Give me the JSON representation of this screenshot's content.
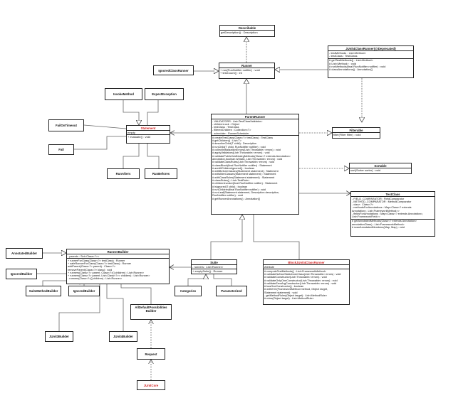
{
  "colors": {
    "line": "#666666",
    "border": "#222222",
    "highlight": "#d21f1f"
  },
  "classes": {
    "describable": {
      "name": "Describable",
      "members": [
        "getDescription() : Description"
      ]
    },
    "runner": {
      "name": "Runner",
      "members": [
        "+ run(RunNotifier notifier) : void",
        "+ testCount() : int"
      ]
    },
    "ignored_class_runner": {
      "name": "IgnoredClassRunner"
    },
    "junit4_class_runner": {
      "name": "JUnit4ClassRunner{@Deprecated}",
      "fields": [
        "- testMethods : List<Method>",
        "- testClass : TestClass"
      ],
      "methods": [
        "# getTestMethods() : List<Method>",
        "# List<Method> : void",
        "# runMethods(final RunNotifier notifier) : void",
        "# classAnnotations() : Annotation[]"
      ]
    },
    "invoke_method": {
      "name": "InvokeMethod"
    },
    "expect_exception": {
      "name": "ExpectException"
    },
    "fail_on_timeout": {
      "name": "FailOnTimeout"
    },
    "fail": {
      "name": "Fail"
    },
    "statement": {
      "name": "Statement",
      "fields": [
        "empty"
      ],
      "methods": [
        "+ evaluate() : void"
      ]
    },
    "run_afters": {
      "name": "RunAfters"
    },
    "run_befores": {
      "name": "RunBefores"
    },
    "parent_runner": {
      "name": "ParentRunner",
      "fields": [
        "- VALIDATORS : List<TestClassValidator>",
        "- childrenLock : Object",
        "- testClass : TestClass",
        "- filteredChildren : Collection<T>",
        "- scheduler : RunnerScheduler"
      ],
      "methods": [
        "# createTestClass(Class<?> testClass) : TestClass",
        "# getChildren() : List<T>",
        "# describeChild(T child) : Description",
        "# runChild(T child, RunNotifier notifier) : void",
        "# collectInitializationErrors(List<Throwable> errors) : void",
        "# applyValidators(List<Throwable> errors) : void",
        "# validatePublicVoidNoArgMethods(Class<? extends Annotation>",
        "annotation,boolean isStatic, List<Throwable> errors) : void",
        "# validateClassRules(List<Throwable> errors) : void",
        "# classBlock(final RunNotifier notifier) : Statement",
        "# areAllChildrenIgnored() : boolean",
        "# withBeforeClasses(Statement statement) : Statement",
        "# withAfterClasses(Statement statement) : Statement",
        "# withClassRules(Statement statement) : Statement",
        "# classRules() : List<TestRule>",
        "# childrenInvoker(final RunNotifier notifier) : Statement",
        "# isIgnored(T child) : boolean",
        "# runChildren(final RunNotifier notifier) : void",
        "# runLeaf(Statement statement, Description description,",
        "RunNotifier notifier) : void",
        "# getRunnerAnnotations() : Annotation[]"
      ]
    },
    "filterable": {
      "name": "Filterable",
      "members": [
        "filter(Filter filter) : void"
      ]
    },
    "sortable": {
      "name": "Sortable",
      "members": [
        "sort(Sorter sorter) : void"
      ]
    },
    "test_class": {
      "name": "TestClass",
      "fields": [
        "- FIELD_COMPARATOR : FieldComparator",
        "- METHOD_COMPARATOR : MethodComparator",
        "- clazz : Class<?>",
        "- methodsForAnnotations : Map<Class<? extends",
        "Annotation>, List<FrameworkMethod>>",
        "- fieldsForAnnotations : Map<Class<? extends Annotation>,",
        "List<FrameworkField>>"
      ],
      "methods": [
        "# getAnnotatedMethods(Class<? extends Annotation>",
        "annotationClass) : List<FrameworkMethod>",
        "# scanAnnotatedMembers(Map, Map) : void"
      ]
    },
    "annotated_builder": {
      "name": "AnnotatedBuilder"
    },
    "ignored_builder": {
      "name": "IgnoredBuilder"
    },
    "runner_builder": {
      "name": "RunnerBuilder",
      "fields": [
        "- parents : Set<Class<?>>"
      ],
      "methods": [
        "+ runnerForClass(Class<?> testClass) : Runner",
        "+ safeRunnerForClass(Class<?> testClass) : Runner",
        "addParent(Class<?> parent) : Class<?>",
        "removeParent(Class<?> klass) : void",
        "+ runners(Class<?> parent, Class<?>[] children) : List<Runner>",
        "+ runners(Class<?> parent, List<Class<?>> children) : List<Runner>",
        "- runners(Class<?>[] children) : List<Runner>"
      ]
    },
    "suite_method_builder": {
      "name": "SuiteMethodBuilder"
    },
    "ignored_builder_2": {
      "name": "IgnoredBuilder"
    },
    "all_default_builder": {
      "name_line1": "AllDefaultPossibilities",
      "name_line2": "Builder"
    },
    "junit3_builder": {
      "name": "JUnit3Builder"
    },
    "junit4_builder": {
      "name": "JUnit4Builder"
    },
    "suite": {
      "name": "Suite",
      "fields": [
        "- runners : List<Runner>"
      ],
      "methods": [
        "+ emptySuite() : Runner"
      ]
    },
    "categories": {
      "name": "Categories"
    },
    "parameterized": {
      "name": "Parameterized"
    },
    "block_junit4": {
      "name": "BlockJUnit4ClassRunner",
      "fields": [
        "Attribute"
      ],
      "methods": [
        "# computeTestMethods() : List<FrameworkMethod>",
        "# validateNoNonStaticInnerClass(List<Throwable> errors) : void",
        "# validateConstructor(List<Throwable> errors) : void",
        "# validateOnlyOneConstructor(List<Throwable> errors) : void",
        "# validateZeroArgConstructor(List<Throwable> errors) : void",
        "# hasOneConstructor() : boolean",
        "# withXXX(FrameworkMethod method, Object target,",
        "Statement statement) : void",
        "- getMethodRules(Object target) : List<MethodRule>",
        "# rules(Object target) : List<MethodRule>"
      ]
    },
    "request": {
      "name": "Request"
    },
    "junit_core": {
      "name": "JUnitCore"
    }
  }
}
